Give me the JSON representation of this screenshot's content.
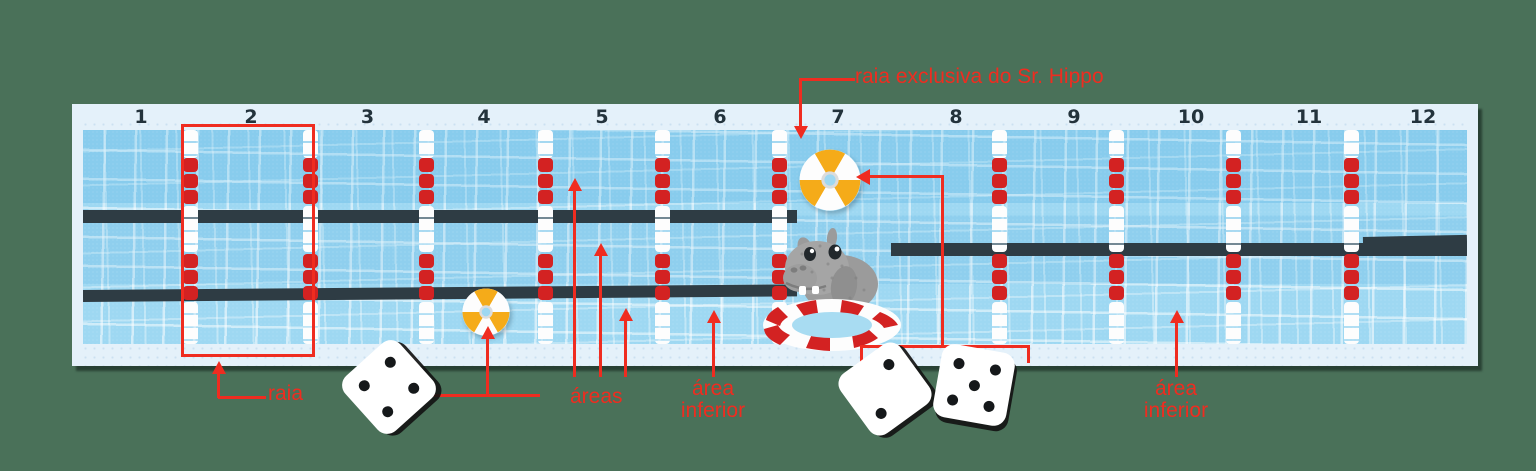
{
  "figure": {
    "background_color": "#4a7159",
    "accent_color": "#ef2c20",
    "water_color": "#9ed8f2",
    "deck_color": "#e4f1fa",
    "lane_line_color": "#2e3c44"
  },
  "pool": {
    "lane_numbers": [
      "1",
      "2",
      "3",
      "4",
      "5",
      "6",
      "7",
      "8",
      "9",
      "10",
      "11",
      "12"
    ],
    "highlighted_lane": "2",
    "exclusive_lane": "7"
  },
  "annotations": {
    "title": "raia exclusiva do Sr. Hippo",
    "lane_label": "raia",
    "areas_label": "áreas",
    "lower_area_label_left": "área\ninferior",
    "lower_area_label_right": "área\ninferior"
  },
  "dice": {
    "left": {
      "value": 4,
      "pips": [
        [
          1,
          1
        ],
        [
          3,
          1
        ],
        [
          1,
          3
        ],
        [
          3,
          3
        ]
      ]
    },
    "middle": {
      "value": 2,
      "pips": [
        [
          3,
          1
        ],
        [
          1,
          3
        ]
      ]
    },
    "right": {
      "value": 5,
      "pips": [
        [
          1,
          1
        ],
        [
          3,
          1
        ],
        [
          2,
          2
        ],
        [
          1,
          3
        ],
        [
          3,
          3
        ]
      ]
    }
  },
  "objects": {
    "beach_ball_left": "beach-ball-icon",
    "beach_ball_right": "beach-ball-icon",
    "hippo": "hippo-character",
    "swim_ring": "swim-ring-icon"
  }
}
